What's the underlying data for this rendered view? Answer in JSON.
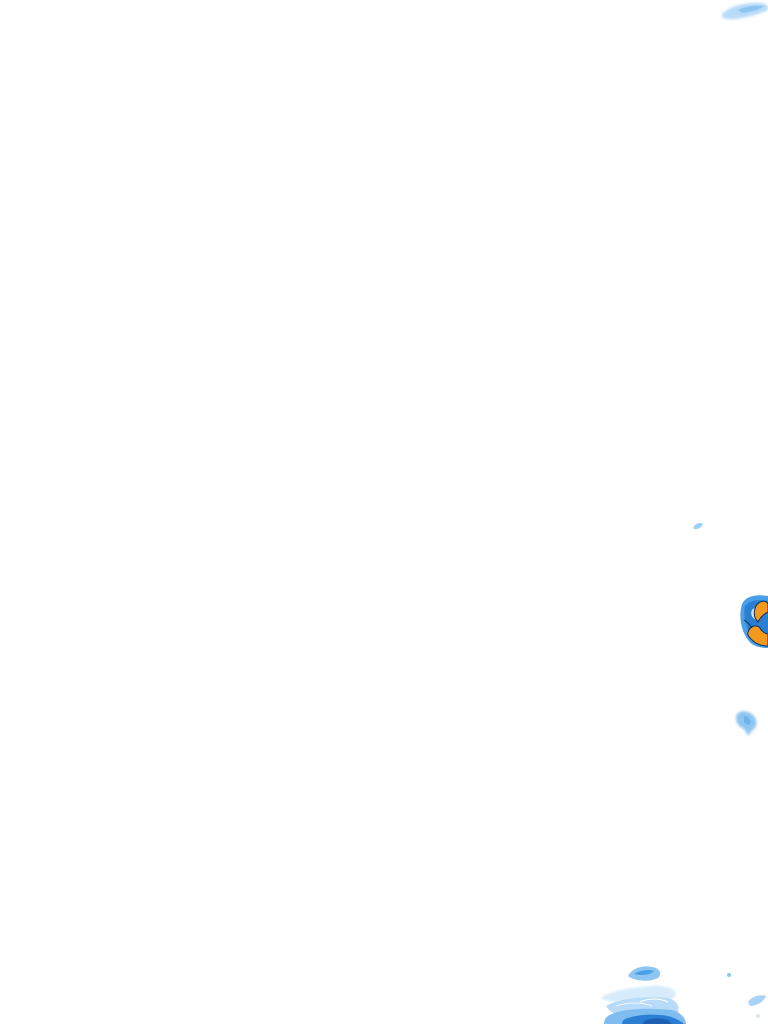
{
  "map": {
    "layer": "radar-reflectivity-tile",
    "background_color": "#ffffff",
    "palette": {
      "very_light": "#cfe7fb",
      "light": "#a9d3f6",
      "medium_light": "#7fbdf0",
      "medium": "#4aa0e6",
      "medium_dark": "#2a7fd2",
      "dark": "#1c5fb3",
      "intense": "#f39a1e",
      "outline": "#0d2f5e"
    },
    "echo_cells": [
      {
        "name": "echo-top-right",
        "intensity": "light"
      },
      {
        "name": "echo-small-right",
        "intensity": "light"
      },
      {
        "name": "storm-cell-right",
        "intensity": "intense"
      },
      {
        "name": "echo-mid-right",
        "intensity": "light"
      },
      {
        "name": "echo-bottom-cluster",
        "intensity": "medium"
      },
      {
        "name": "echo-bottom-right-fragments",
        "intensity": "light"
      }
    ]
  }
}
